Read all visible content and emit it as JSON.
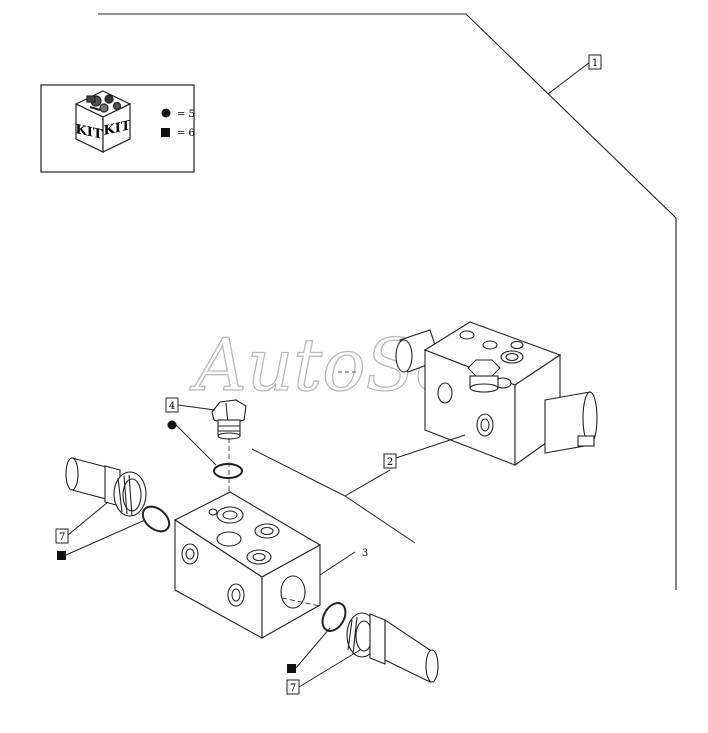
{
  "watermark": "AutoSoft",
  "kit_legend": {
    "kit_label_left": "KIT",
    "kit_label_right": "KIT",
    "circle_entry": "= 5",
    "square_entry": "= 6"
  },
  "callouts": {
    "assembly": "1",
    "valve_block_assembled": "2",
    "valve_body": "3",
    "plug": "4",
    "cartridge_upper": "7",
    "cartridge_lower": "7"
  },
  "colors": {
    "line": "#222222",
    "watermark": "#b8b8b8"
  }
}
